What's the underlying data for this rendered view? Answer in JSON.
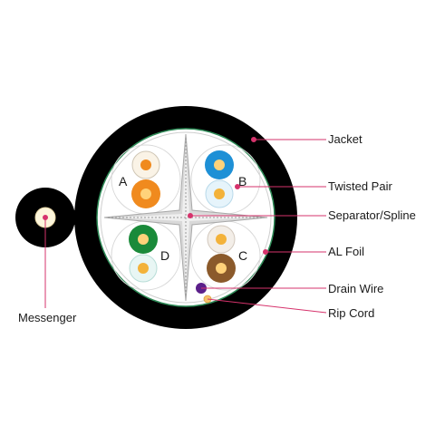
{
  "pairs": {
    "a": {
      "label": "A"
    },
    "b": {
      "label": "B"
    },
    "c": {
      "label": "C"
    },
    "d": {
      "label": "D"
    }
  },
  "labels": {
    "jacket": "Jacket",
    "twisted_pair": "Twisted Pair",
    "separator": "Separator/Spline",
    "al_foil": "AL Foil",
    "drain_wire": "Drain Wire",
    "rip_cord": "Rip Cord",
    "messenger": "Messenger"
  },
  "colors": {
    "jacket": "#000000",
    "foil": "#2e8b57",
    "leader": "#d6336c",
    "orange": "#f08a1e",
    "blue": "#1e90d6",
    "green": "#1a8a3a",
    "brown": "#8b5a2b",
    "drain": "#5b1f8a"
  }
}
